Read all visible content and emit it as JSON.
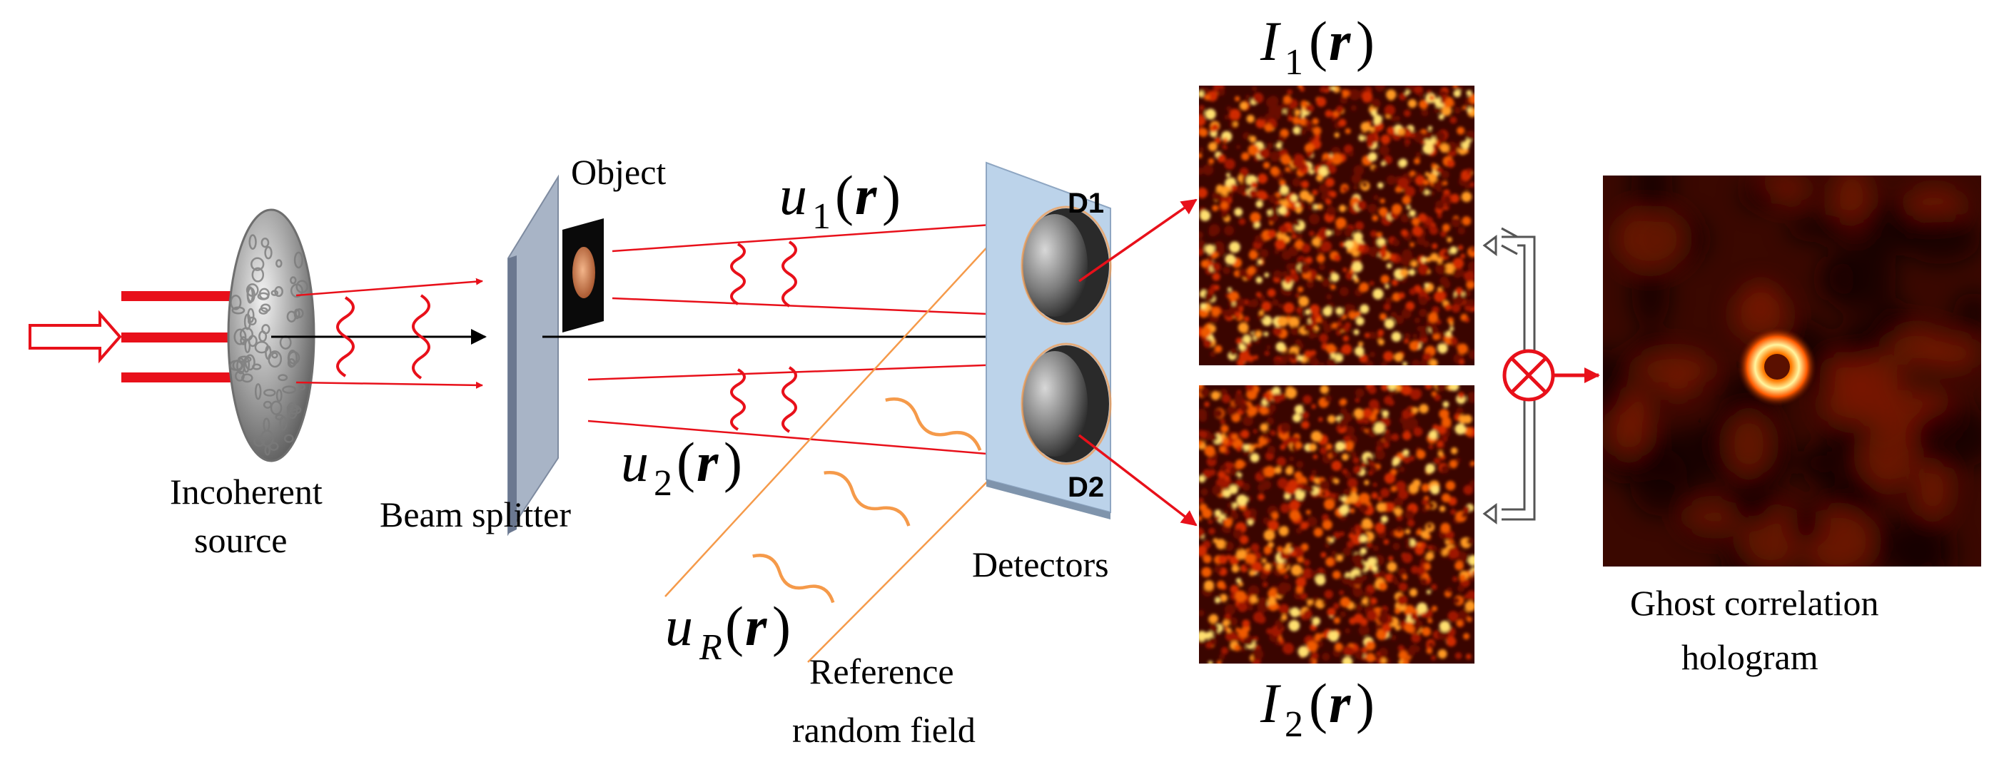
{
  "labels": {
    "incoherent_source_line1": "Incoherent",
    "incoherent_source_line2": "source",
    "beam_splitter": "Beam splitter",
    "object": "Object",
    "detectors": "Detectors",
    "detector_1": "D1",
    "detector_2": "D2",
    "reference_line1": "Reference",
    "reference_line2": "random field",
    "hologram_line1": "Ghost correlation",
    "hologram_line2": "hologram"
  },
  "math": {
    "u1_base": "u",
    "u1_sub": "1",
    "u2_base": "u",
    "u2_sub": "2",
    "uR_base": "u",
    "uR_sub": "R",
    "I1_base": "I",
    "I1_sub": "1",
    "I2_base": "I",
    "I2_sub": "2",
    "arg_open": "(",
    "arg_var": "r",
    "arg_close": ")"
  },
  "colors": {
    "beam_red": "#e8101a",
    "reference_orange": "#f59a4a",
    "speckle_dark": "#3a0500",
    "speckle_mid": "#d02a00",
    "speckle_bright": "#ffe070",
    "detector_panel": "#bcd3ea",
    "splitter": "#a8b4c6"
  }
}
